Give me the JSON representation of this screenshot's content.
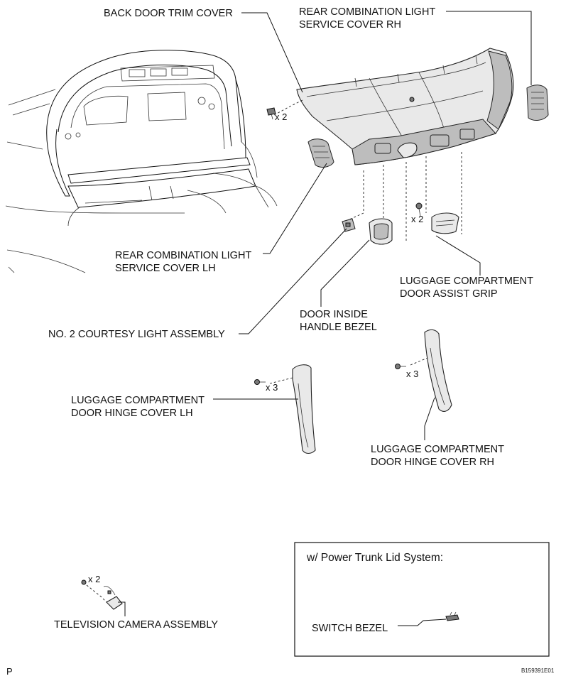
{
  "labels": {
    "back_door_trim_cover": "BACK DOOR TRIM COVER",
    "rear_light_cover_rh_1": "REAR COMBINATION LIGHT",
    "rear_light_cover_rh_2": "SERVICE COVER RH",
    "rear_light_cover_lh_1": "REAR COMBINATION LIGHT",
    "rear_light_cover_lh_2": "SERVICE COVER LH",
    "assist_grip_1": "LUGGAGE COMPARTMENT",
    "assist_grip_2": "DOOR ASSIST GRIP",
    "handle_bezel_1": "DOOR INSIDE",
    "handle_bezel_2": "HANDLE BEZEL",
    "courtesy_light": "NO. 2 COURTESY LIGHT ASSEMBLY",
    "hinge_cover_lh_1": "LUGGAGE COMPARTMENT",
    "hinge_cover_lh_2": "DOOR HINGE COVER LH",
    "hinge_cover_rh_1": "LUGGAGE COMPARTMENT",
    "hinge_cover_rh_2": "DOOR HINGE COVER RH",
    "tv_camera": "TELEVISION CAMERA ASSEMBLY",
    "switch_bezel": "SWITCH BEZEL"
  },
  "quantities": {
    "clips_trim": "x 2",
    "screws_grip": "x 2",
    "clips_hinge_lh": "x 3",
    "clips_hinge_rh": "x 3",
    "screws_camera": "x 2"
  },
  "inset": {
    "title": "w/ Power Trunk Lid System:"
  },
  "footer": {
    "corner_mark": "P",
    "figure_code": "B159391E01"
  }
}
